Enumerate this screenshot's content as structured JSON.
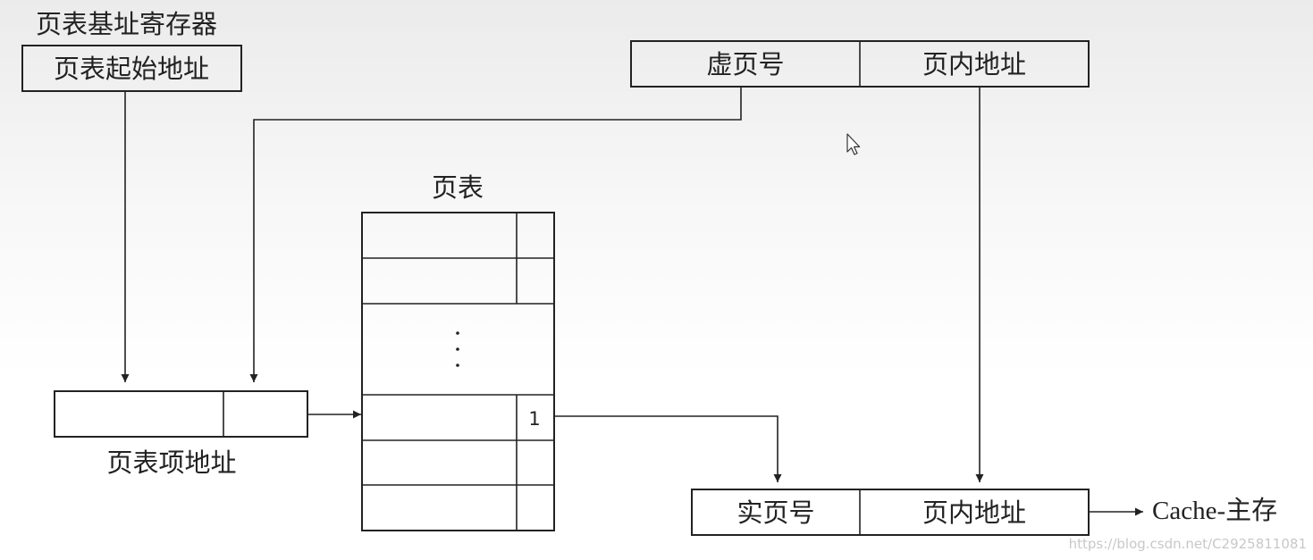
{
  "register": {
    "title": "页表基址寄存器",
    "field": "页表起始地址"
  },
  "virtual_address": {
    "page_number": "虚页号",
    "offset": "页内地址"
  },
  "page_table": {
    "title": "页表",
    "hit_flag": "1"
  },
  "pte_address": {
    "label": "页表项地址"
  },
  "physical_address": {
    "page_number": "实页号",
    "offset": "页内地址"
  },
  "output": {
    "label": "Cache-主存"
  },
  "watermark": "https://blog.csdn.net/C2925811081"
}
